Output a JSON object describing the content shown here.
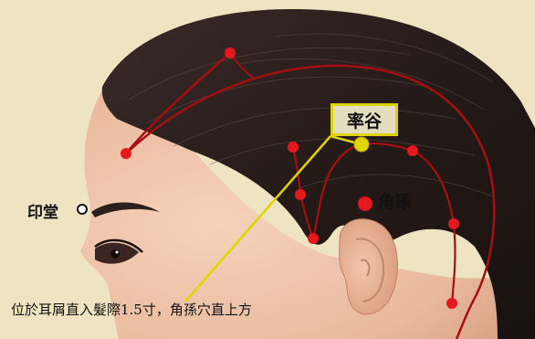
{
  "highlight_point": {
    "label": "率谷"
  },
  "reference_points": {
    "yintang": "印堂",
    "jiaosun": "角孫"
  },
  "caption": "位於耳屑直入髮際1.5寸，角孫穴直上方",
  "colors": {
    "background": "#efe4c2",
    "skin": "#ecbfa3",
    "hair": "#2a1f1d",
    "meridian": "#a60f12",
    "acupoint": "#e6171d",
    "highlight": "#e0d400"
  }
}
